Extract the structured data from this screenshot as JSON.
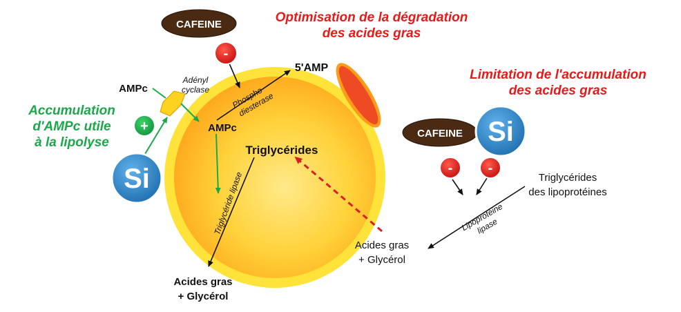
{
  "titles": {
    "optimisation_line1": "Optimisation de la dégradation",
    "optimisation_line2": "des acides gras",
    "limitation_line1": "Limitation de l'accumulation",
    "limitation_line2": "des acides gras"
  },
  "accumulation": {
    "line1": "Accumulation",
    "line2": "d'AMPc utile",
    "line3": "à la lipolyse"
  },
  "labels": {
    "cafeine": "CAFEINE",
    "si": "Si",
    "minus": "-",
    "plus": "+",
    "ampc_outside": "AMPc",
    "ampc_inside": "AMPc",
    "adenyl_line1": "Adényl",
    "adenyl_line2": "cyclase",
    "phospho_line1": "Phospho",
    "phospho_line2": "diesterase",
    "five_amp": "5'AMP",
    "triglycerides": "Triglycérides",
    "tg_lipase": "Triglycéride lipase",
    "acides_left_line1": "Acides gras",
    "acides_left_line2": "+ Glycérol",
    "acides_right_line1": "Acides gras",
    "acides_right_line2": "+ Glycérol",
    "tg_lipo_line1": "Triglycérides",
    "tg_lipo_line2": "des lipoprotéines",
    "lpl_line1": "Lipoprotéine",
    "lpl_line2": "lipase"
  },
  "colors": {
    "title_red": "#e41b1b",
    "accent_green": "#1aa84a",
    "cafeine_brown": "#4a2a12",
    "si_blue": "#2f86c6",
    "minus_red": "#d81f1f",
    "cell_outer": "#ffd21f",
    "cell_inner": "#ffae1a",
    "nucleus": "#ee4a24",
    "arrow_dashed": "#d81f1f"
  }
}
